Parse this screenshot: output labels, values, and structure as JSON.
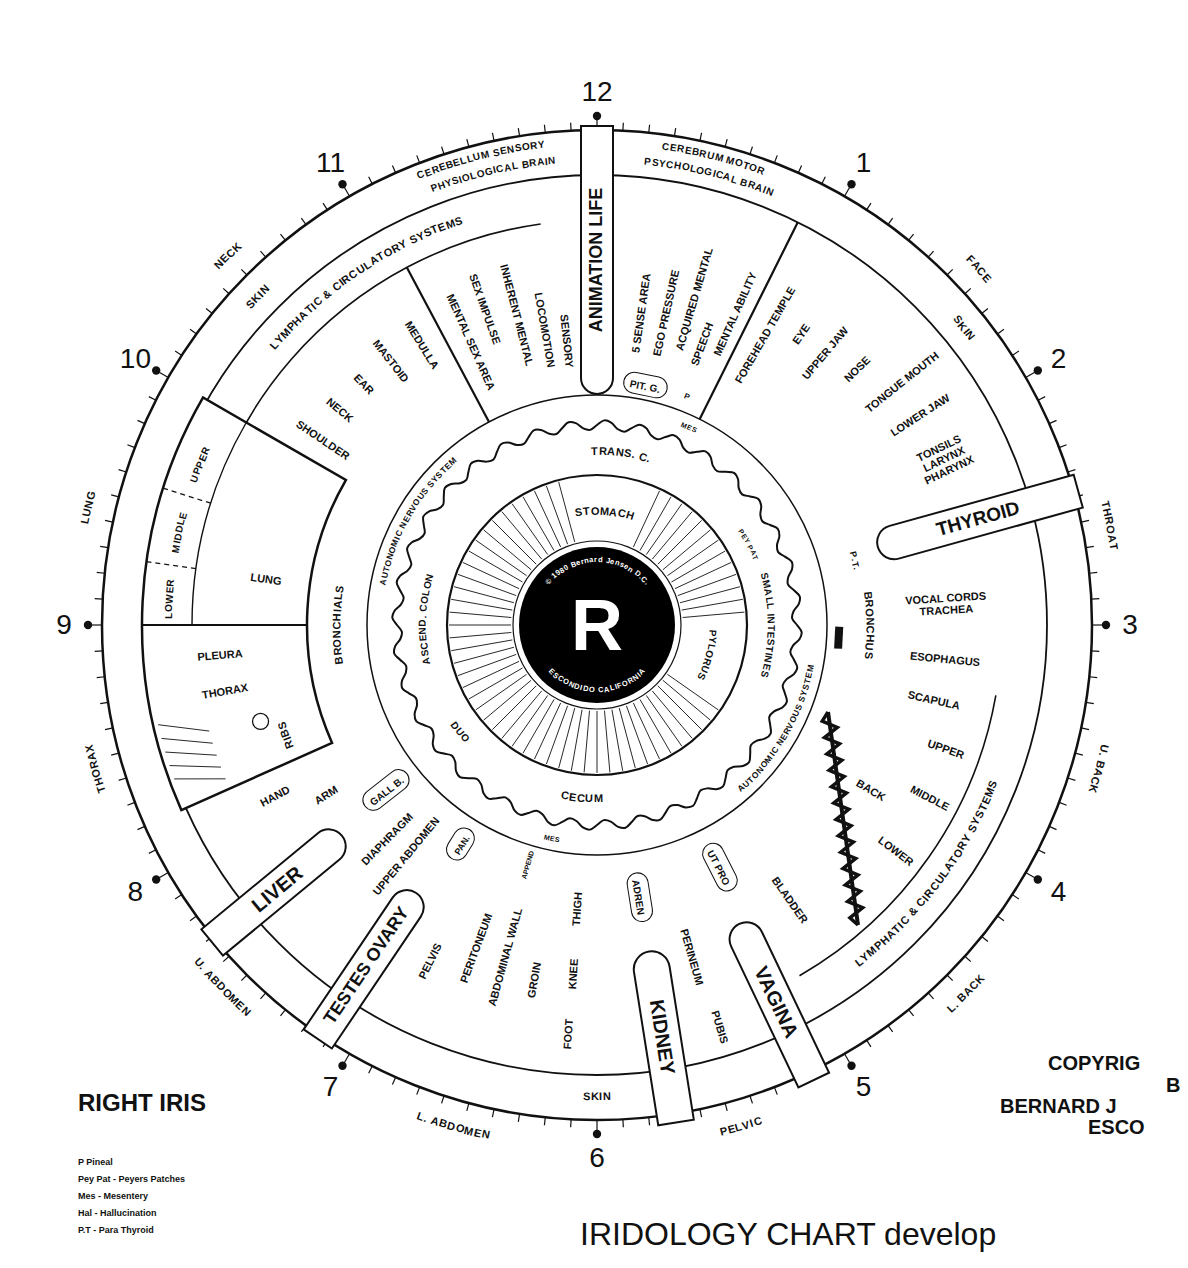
{
  "diagram": {
    "title": "IRIDOLOGY CHART develop",
    "nodes": [
      {
        "text": [
          "ANIMATION LIFE"
        ]
      },
      {
        "text": [
          "PIT. G."
        ]
      },
      {
        "text": [
          "THYROID"
        ]
      },
      {
        "text": [
          "LIVER"
        ]
      },
      {
        "text": [
          "GALL B."
        ]
      },
      {
        "text": [
          "TESTES OVARY"
        ]
      },
      {
        "text": [
          "PAN."
        ]
      },
      {
        "text": [
          "ADREN"
        ]
      },
      {
        "text": [
          "KIDNEY"
        ]
      },
      {
        "text": [
          "UT PRO"
        ]
      },
      {
        "text": [
          "VAGINA"
        ]
      },
      {
        "text": [
          "R",
          "© 1980 Bernard Jensen D.C.",
          "ESCONDIDO CALIFORNIA"
        ]
      }
    ],
    "labels": [
      "12",
      "1",
      "2",
      "3",
      "4",
      "5",
      "6",
      "7",
      "8",
      "9",
      "10",
      "11",
      "CEREBELLUM SENSORY",
      "PHYSIOLOGICAL BRAIN",
      "CEREBRUM MOTOR",
      "PSYCHOLOGICAL BRAIN",
      "NECK",
      "SKIN",
      "LYMPHATIC & CIRCULATORY SYSTEMS",
      "FACE",
      "SKIN",
      "THROAT",
      "LUNG",
      "THORAX",
      "U. BACK",
      "L. BACK",
      "PELVIC",
      "SKIN",
      "L. ABDOMEN",
      "U. ABDOMEN",
      "LYMPHATIC & CIRCULATORY SYSTEMS",
      "SENSORY",
      "LOCOMOTION",
      "INHERENT MENTAL",
      "SEX IMPULSE",
      "MENTAL SEX AREA",
      "MEDULLA",
      "MASTOID",
      "EAR",
      "NECK",
      "SHOULDER",
      "UPPER",
      "MIDDLE",
      "LOWER",
      "LUNG",
      "BRONCHIALS",
      "PLEURA",
      "THORAX",
      "RIBS",
      "HAND",
      "ARM",
      "DIAPHRAGM",
      "UPPER ABDOMEN",
      "PELVIS",
      "PERITONEUM",
      "ABDOMINAL WALL",
      "APPEND",
      "MES",
      "GROIN",
      "THIGH",
      "KNEE",
      "FOOT",
      "PERINEUM",
      "PUBIS",
      "BLADDER",
      "BACK",
      "LOWER",
      "MIDDLE",
      "UPPER",
      "SCAPULA",
      "ESOPHAGUS",
      "VOCAL CORDS TRACHEA",
      "BRONCHUS",
      "P.T.",
      "TONSILS LARYNX PHARYNX",
      "LOWER JAW",
      "TONGUE MOUTH",
      "NOSE",
      "UPPER JAW",
      "EYE",
      "FOREHEAD TEMPLE",
      "MENTAL ABILITY",
      "SPEECH",
      "ACQUIRED MENTAL",
      "EGO PRESSURE",
      "5 SENSE AREA",
      "P",
      "MES",
      "TRANS. C.",
      "STOMACH",
      "PYLORUS",
      "SMALL INTESTINES",
      "PEY PAT",
      "AUTONOMIC NERVOUS SYSTEM",
      "ASCEND. COLON",
      "AUTONOMIC NERVOUS SYSTEM",
      "DUO",
      "CECUM",
      "RIGHT IRIS",
      "P Pineal",
      "Pey Pat - Peyers Patches",
      "Mes - Mesentery",
      "Hal - Hallucination",
      "P.T - Para Thyroid",
      "COPYRIG",
      "B",
      "BERNARD J",
      "ESCO"
    ]
  }
}
